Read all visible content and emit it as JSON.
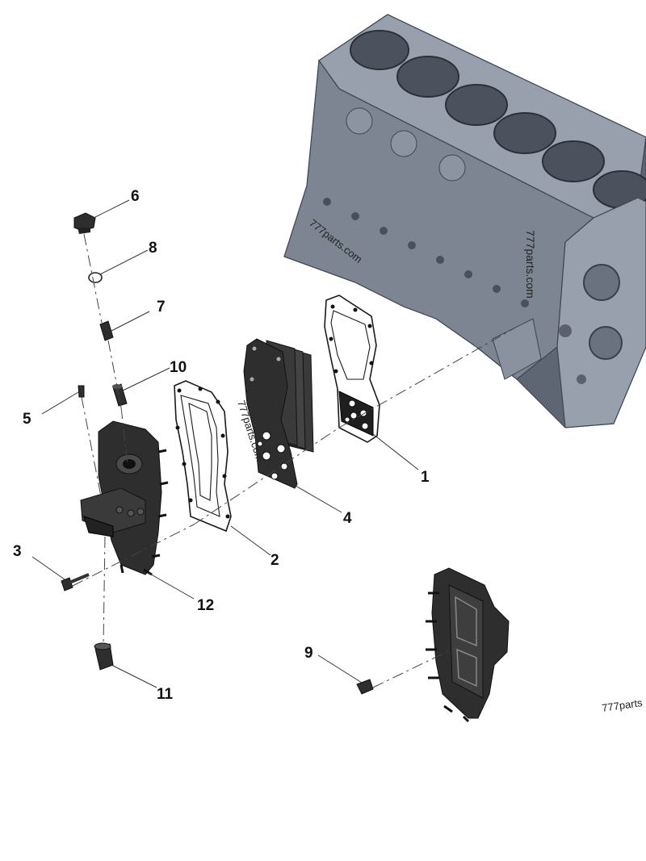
{
  "callouts": {
    "c1": "1",
    "c2": "2",
    "c3": "3",
    "c4": "4",
    "c5": "5",
    "c6": "6",
    "c7": "7",
    "c8": "8",
    "c9": "9",
    "c10": "10",
    "c11": "11",
    "c12": "12"
  },
  "watermarks": {
    "block_a": "777parts.com",
    "block_b": "777parts.com",
    "gasket": "777parts.com",
    "corner": "777parts"
  }
}
